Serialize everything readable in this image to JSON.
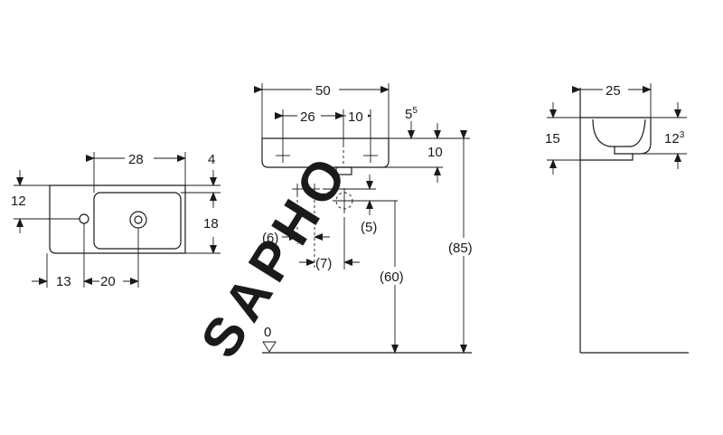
{
  "watermark": "SAPHO",
  "top_view": {
    "width": "28",
    "right_offset": "4",
    "left_height": "12",
    "right_height": "18",
    "hole_from_left": "13",
    "hole_spacing": "20"
  },
  "front_view": {
    "width": "50",
    "tap_spacing": "26",
    "centre_offset": "10",
    "top_offset_base": "5",
    "top_offset_sup": "5",
    "depth": "10",
    "bracket_a": "(6)",
    "bracket_b": "(7)",
    "waste": "(5)",
    "waste_height": "(60)",
    "rim_height": "(85)",
    "floor_level": "0"
  },
  "side_view": {
    "depth": "25",
    "height": "15",
    "overflow_base": "12",
    "overflow_sup": "3"
  }
}
